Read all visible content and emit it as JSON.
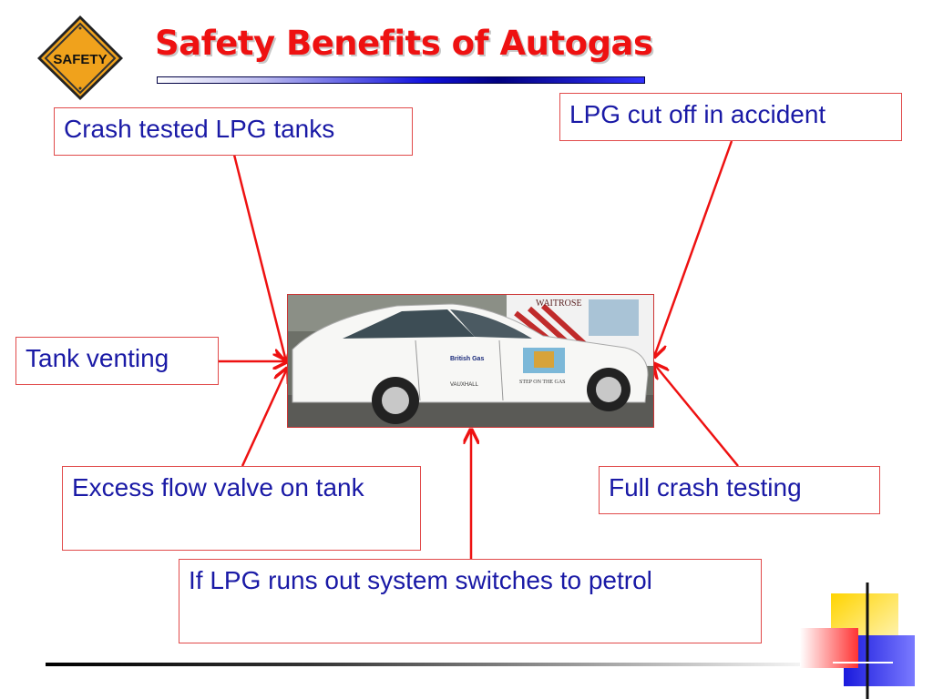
{
  "slide": {
    "title": "Safety Benefits of Autogas",
    "badge_text": "SAFETY"
  },
  "callouts": {
    "crash_tested_tanks": "Crash tested LPG tanks",
    "cut_off": "LPG cut off in accident",
    "tank_venting": "Tank venting",
    "excess_flow": "Excess flow valve on tank",
    "full_crash": "Full crash testing",
    "switches": "If LPG runs out system switches to petrol"
  },
  "car_photo": {
    "door_brand": "British Gas",
    "door_logo": "VAUXHALL",
    "door_slogan": "STEP ON THE GAS",
    "van_text": "WAITROSE"
  },
  "colors": {
    "title": "#ee1111",
    "callout_text": "#1a1aa6",
    "arrow": "#ee1111",
    "box_border": "#e14a4a",
    "badge_fill": "#f0a21c"
  }
}
